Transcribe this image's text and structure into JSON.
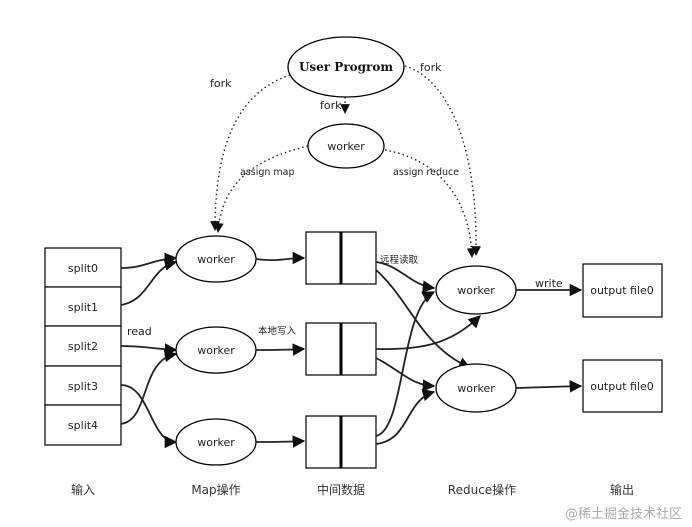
{
  "user_program": "User Progrom",
  "master_worker": "worker",
  "fork_left": "fork",
  "fork_mid": "fork",
  "fork_right": "fork",
  "assign_map": "assign map",
  "assign_reduce": "assign reduce",
  "splits": [
    "split0",
    "split1",
    "split2",
    "split3",
    "split4"
  ],
  "map_workers": [
    "worker",
    "worker",
    "worker"
  ],
  "reduce_workers": [
    "worker",
    "worker"
  ],
  "outputs": [
    "output file0",
    "output file0"
  ],
  "read": "read",
  "local_write": "本地写入",
  "remote_read": "远程读取",
  "write": "write",
  "columns": {
    "input": "输入",
    "map": "Map操作",
    "intermediate": "中间数据",
    "reduce": "Reduce操作",
    "output": "输出"
  },
  "watermark": "@稀土掘金技术社区"
}
